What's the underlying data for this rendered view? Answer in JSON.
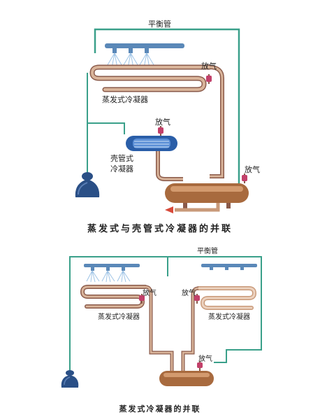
{
  "colors": {
    "balance_pipe": "#3aa08a",
    "coil_pipe": "#c99a7a",
    "coil_dark": "#8a5a4a",
    "vessel": "#b8794a",
    "shell_condenser": "#2a5ea8",
    "pump": "#2a4f86",
    "spray_bar": "#5a88b8",
    "liquid_out_arrow": "#d84a3a",
    "valve": "#c2406a"
  },
  "top_diagram": {
    "balance_pipe_label": "平衡管",
    "vent_coil_label": "放气",
    "vent_shell_label": "放气",
    "vent_receiver_label": "放气",
    "evap_condenser_label": "蒸发式冷凝器",
    "shell_condenser_label_line1": "壳管式",
    "shell_condenser_label_line2": "冷凝器",
    "caption": "蒸发式与壳管式冷凝器的并联"
  },
  "bottom_diagram": {
    "balance_pipe_label": "平衡管",
    "vent_left_label": "放气",
    "vent_right_label": "放气",
    "vent_receiver_label": "放气",
    "left_condenser_label": "蒸发式冷凝器",
    "right_condenser_label": "蒸发式冷凝器",
    "caption": "蒸发式冷凝器的并联"
  }
}
